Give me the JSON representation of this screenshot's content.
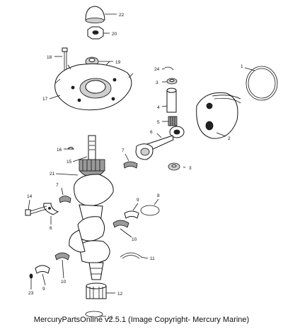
{
  "caption": "MercuryPartsOnline v2.5.1 (Image Copyright- Mercury Marine)",
  "callouts": {
    "c1": "1",
    "c2": "2",
    "c3a": "3",
    "c3b": "3",
    "c4": "4",
    "c5": "5",
    "c6a": "6",
    "c6b": "6",
    "c7a": "7",
    "c7b": "7",
    "c8": "8",
    "c9a": "9",
    "c9b": "9",
    "c10a": "10",
    "c10b": "10",
    "c11": "11",
    "c12": "12",
    "c13": "13",
    "c14": "14",
    "c15": "15",
    "c16": "16",
    "c17": "17",
    "c18": "18",
    "c19": "19",
    "c20": "20",
    "c21": "21",
    "c22": "22",
    "c23": "23",
    "c24": "24"
  }
}
